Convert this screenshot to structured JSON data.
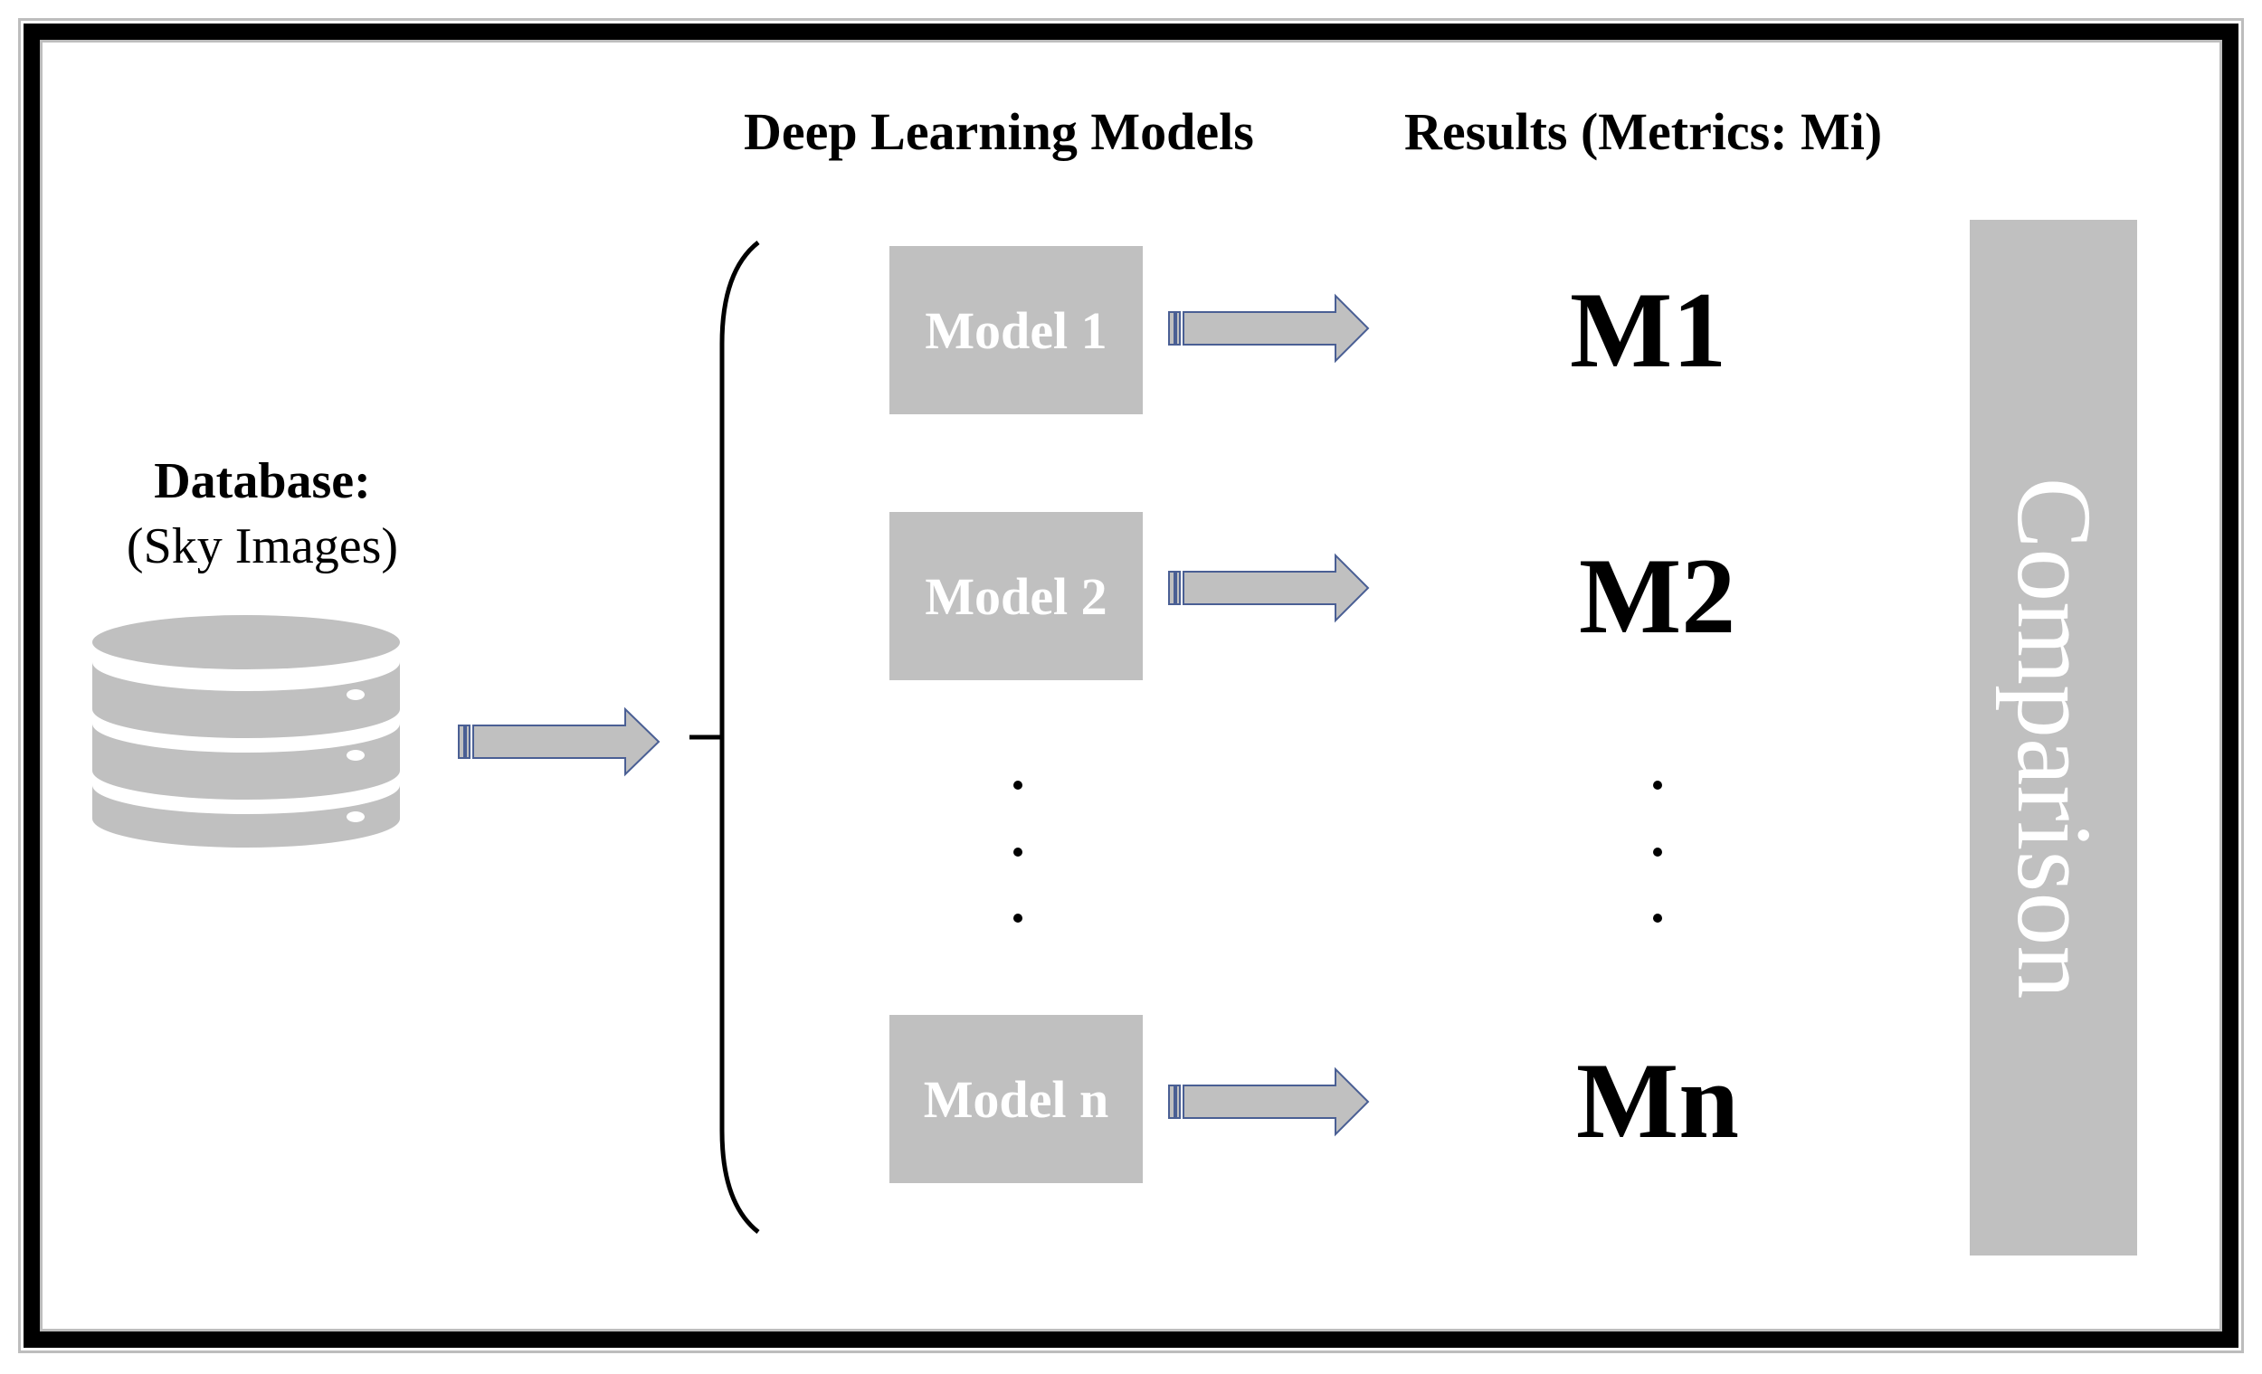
{
  "headers": {
    "models": "Deep Learning Models",
    "results": "Results (Metrics: Mi)"
  },
  "database": {
    "title": "Database:",
    "subtitle": "(Sky Images)",
    "icon": "database-icon"
  },
  "models": [
    {
      "label": "Model 1",
      "metric": "M1"
    },
    {
      "label": "Model 2",
      "metric": "M2"
    },
    {
      "label": "Model n",
      "metric": "Mn"
    }
  ],
  "comparison": {
    "label": "Comparison"
  },
  "colors": {
    "box_fill": "#c0c0c0",
    "arrow_fill": "#c0c0c0",
    "arrow_stroke": "#4a5f94",
    "frame": "#000000"
  }
}
